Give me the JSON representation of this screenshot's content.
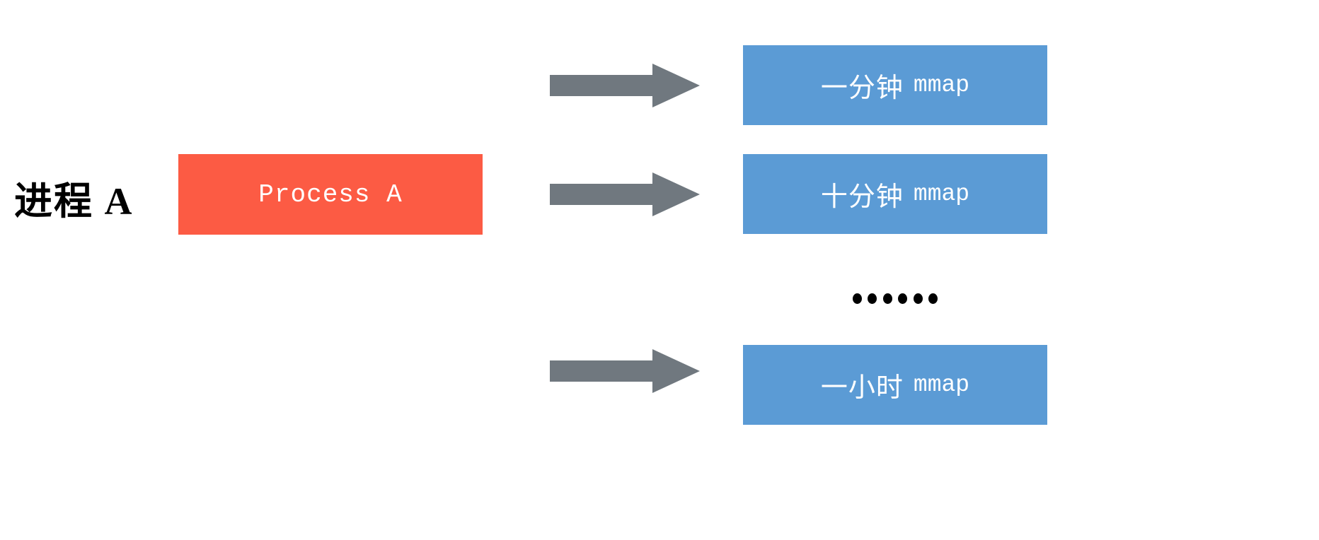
{
  "diagram": {
    "title_label": "进程 A",
    "process": {
      "name": "Process A",
      "color": "#FC5B44"
    },
    "arrow": {
      "icon": "right-arrow-icon",
      "color": "#70787F",
      "count": 3
    },
    "mmap_regions": [
      {
        "cjk": "一分钟",
        "suffix": "mmap",
        "color": "#5B9BD5"
      },
      {
        "cjk": "十分钟",
        "suffix": "mmap",
        "color": "#5B9BD5"
      },
      {
        "cjk": "一小时",
        "suffix": "mmap",
        "color": "#5B9BD5"
      }
    ],
    "ellipsis": {
      "text": "……",
      "dot_count": 6,
      "color": "#000000"
    }
  }
}
